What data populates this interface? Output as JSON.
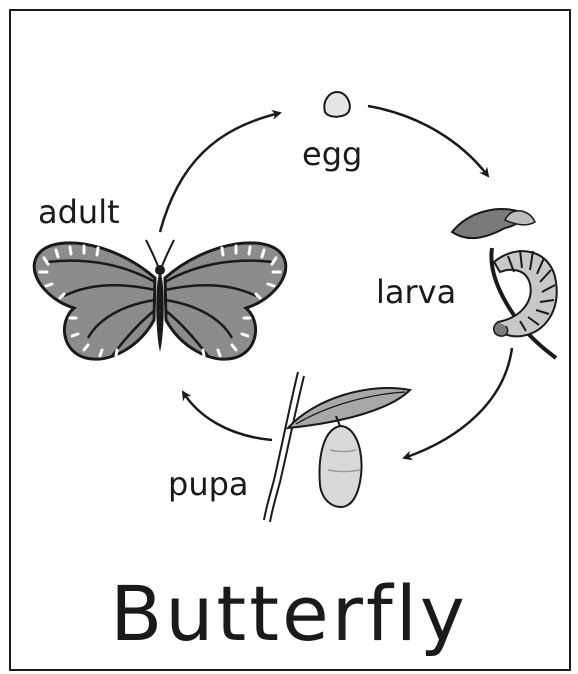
{
  "stages": {
    "egg": "egg",
    "larva": "larva",
    "pupa": "pupa",
    "adult": "adult"
  },
  "title": "Butterfly",
  "colors": {
    "ink": "#1a1a1a",
    "wing_fill": "#8c8c8c",
    "caterpillar_fill": "#c8c8c8",
    "chrysalis_fill": "#d9d9d9",
    "background": "#ffffff"
  }
}
